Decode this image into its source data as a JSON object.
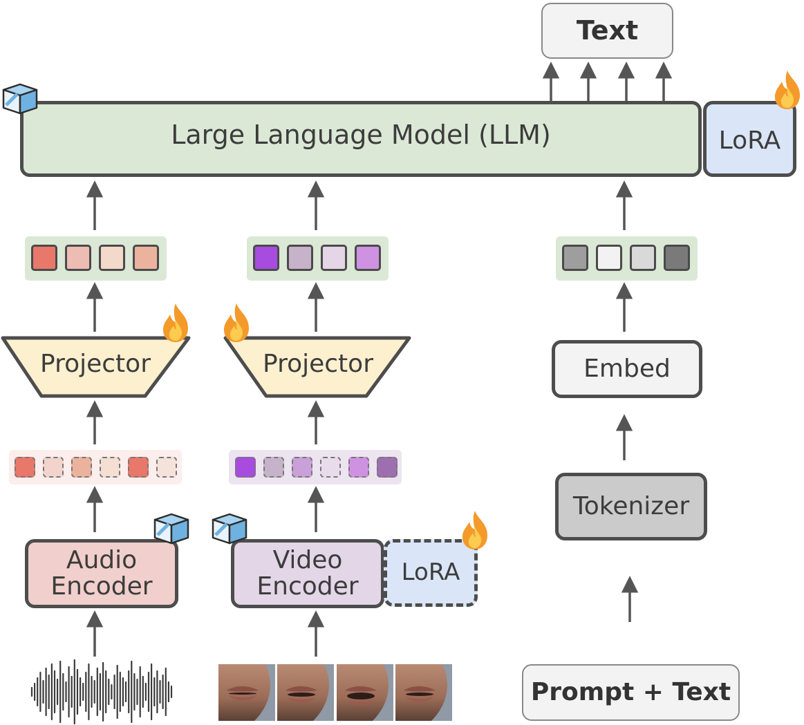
{
  "llm": {
    "label": "Large Language Model (LLM)"
  },
  "output": {
    "label": "Text"
  },
  "lora_llm": {
    "label": "LoRA"
  },
  "lora_video": {
    "label": "LoRA"
  },
  "audio_projector": {
    "label": "Projector"
  },
  "video_projector": {
    "label": "Projector"
  },
  "audio_encoder": {
    "label": "Audio\nEncoder"
  },
  "video_encoder": {
    "label": "Video\nEncoder"
  },
  "embed": {
    "label": "Embed"
  },
  "tokenizer": {
    "label": "Tokenizer"
  },
  "prompt": {
    "label": "Prompt + Text"
  },
  "icons": {
    "frozen": "ice-cube-icon",
    "trainable": "fire-icon",
    "audio_input": "waveform-icon",
    "video_input": "lip-frames"
  },
  "colors": {
    "border": "#4d4d4d",
    "llm_fill": "#dbe8d6",
    "lora_fill": "#dae6f7",
    "projector_fill": "#fdf0cf",
    "audio_encoder_fill": "#f1cfcc",
    "video_encoder_fill": "#e2d6e7",
    "tokenizer_fill": "#cbcbcb",
    "neutral_fill": "#f3f3f3",
    "arrow": "#555555"
  },
  "token_colors": {
    "audio_projected": [
      "#e8786a",
      "#edbcb3",
      "#f2d9c9",
      "#ebb39d"
    ],
    "video_projected": [
      "#a84ce0",
      "#c6b2c9",
      "#e4d6e6",
      "#cf92e2"
    ],
    "text_embedded": [
      "#9e9e9e",
      "#f2f2f2",
      "#d9d9d9",
      "#7a7a7a"
    ],
    "audio_features": [
      "#e8786a",
      "#f2d4cd",
      "#ebb39d",
      "#f4dfd2",
      "#e8786a",
      "#f5e3db"
    ],
    "video_features": [
      "#a84ce0",
      "#c6b2c9",
      "#caa0d8",
      "#e8dcec",
      "#cf92e2",
      "#9e6fb0"
    ]
  }
}
